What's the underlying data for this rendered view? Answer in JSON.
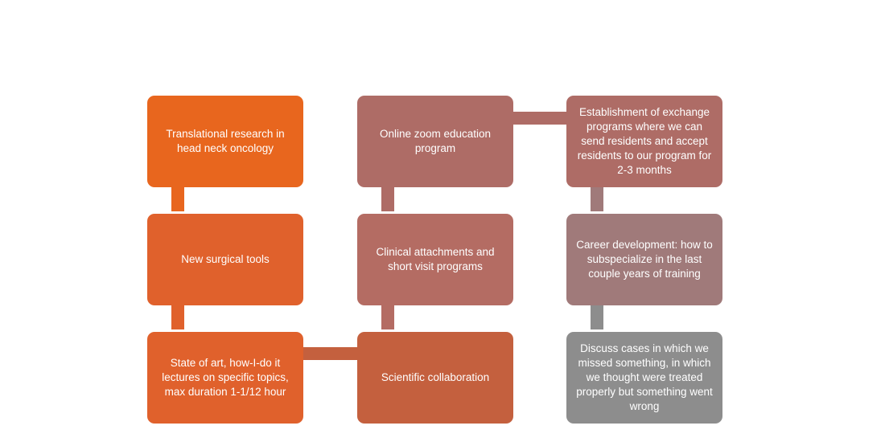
{
  "diagram": {
    "nodes": [
      {
        "id": "translational-research",
        "text": "Translational research in head neck oncology"
      },
      {
        "id": "new-surgical-tools",
        "text": "New surgical tools"
      },
      {
        "id": "state-of-art-lectures",
        "text": "State of art, how-I-do it lectures on specific topics, max duration 1-1/12 hour"
      },
      {
        "id": "online-zoom-education",
        "text": "Online zoom education program"
      },
      {
        "id": "clinical-attachments",
        "text": "Clinical attachments and short visit programs"
      },
      {
        "id": "scientific-collaboration",
        "text": "Scientific collaboration"
      },
      {
        "id": "exchange-programs",
        "text": "Establishment of exchange programs where we can send residents and accept residents to our program for 2-3 months"
      },
      {
        "id": "career-development",
        "text": "Career development: how to subspecialize in the last couple years of training"
      },
      {
        "id": "discuss-cases",
        "text": "Discuss cases in which we missed something, in which we thought were treated properly but something went wrong"
      }
    ],
    "colors": {
      "orange": "#e8661e",
      "orange2": "#e0612c",
      "rust": "#c4603e",
      "mauve": "#ae6c66",
      "mauve2": "#b46c63",
      "taupe": "#a07a7a",
      "grey": "#8d8d8d"
    },
    "edges": [
      {
        "from": "translational-research",
        "to": "new-surgical-tools"
      },
      {
        "from": "new-surgical-tools",
        "to": "state-of-art-lectures"
      },
      {
        "from": "state-of-art-lectures",
        "to": "scientific-collaboration"
      },
      {
        "from": "scientific-collaboration",
        "to": "clinical-attachments"
      },
      {
        "from": "clinical-attachments",
        "to": "online-zoom-education"
      },
      {
        "from": "online-zoom-education",
        "to": "exchange-programs"
      },
      {
        "from": "exchange-programs",
        "to": "career-development"
      },
      {
        "from": "career-development",
        "to": "discuss-cases"
      }
    ]
  }
}
